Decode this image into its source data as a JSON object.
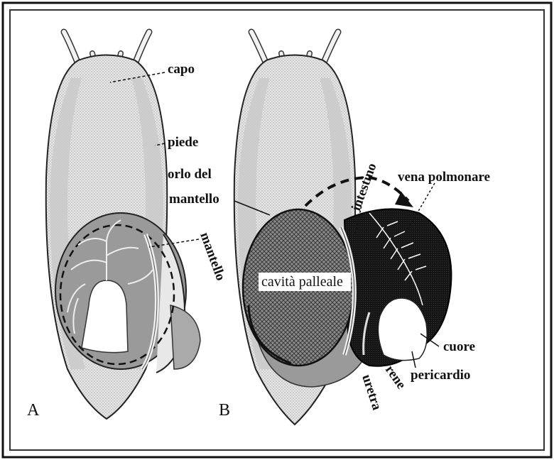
{
  "panels": {
    "a": {
      "letter": "A",
      "labels": {
        "capo": "capo",
        "piede": "piede",
        "orlo1": "orlo del",
        "orlo2": "mantello",
        "mantello": "mantello"
      }
    },
    "b": {
      "letter": "B",
      "labels": {
        "intestino": "intestino",
        "vena": "vena polmonare",
        "cavita": "cavità palleale",
        "cuore": "cuore",
        "pericardio": "pericardio",
        "rene": "rene",
        "uretra": "uretra"
      }
    }
  }
}
